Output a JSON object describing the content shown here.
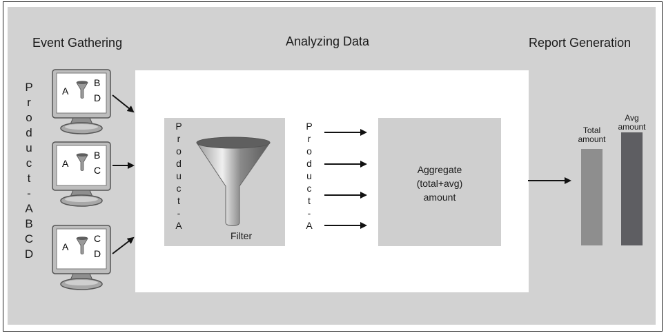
{
  "stages": {
    "event_gathering": "Event Gathering",
    "analyzing_data": "Analyzing Data",
    "report_generation": "Report Generation"
  },
  "left_product_label": [
    "P",
    "r",
    "o",
    "d",
    "u",
    "c",
    "t",
    "-",
    "A",
    "B",
    "C",
    "D"
  ],
  "monitors": [
    {
      "left": "A",
      "right_top": "B",
      "right_bottom": "D"
    },
    {
      "left": "A",
      "right_top": "B",
      "right_bottom": "C"
    },
    {
      "left": "A",
      "right_top": "C",
      "right_bottom": "D"
    }
  ],
  "filter_product_label": [
    "P",
    "r",
    "o",
    "d",
    "u",
    "c",
    "t",
    "-",
    "A"
  ],
  "filter_label": "Filter",
  "middle_product_label": [
    "P",
    "r",
    "o",
    "d",
    "u",
    "c",
    "t",
    "-",
    "A"
  ],
  "aggregate": {
    "line1": "Aggregate",
    "line2": "(total+avg)",
    "line3": "amount"
  },
  "bars": {
    "total": {
      "line1": "Total",
      "line2": "amount",
      "color": "#8e8e8e"
    },
    "avg": {
      "line1": "Avg",
      "line2": "amount",
      "color": "#5e5e62"
    }
  }
}
